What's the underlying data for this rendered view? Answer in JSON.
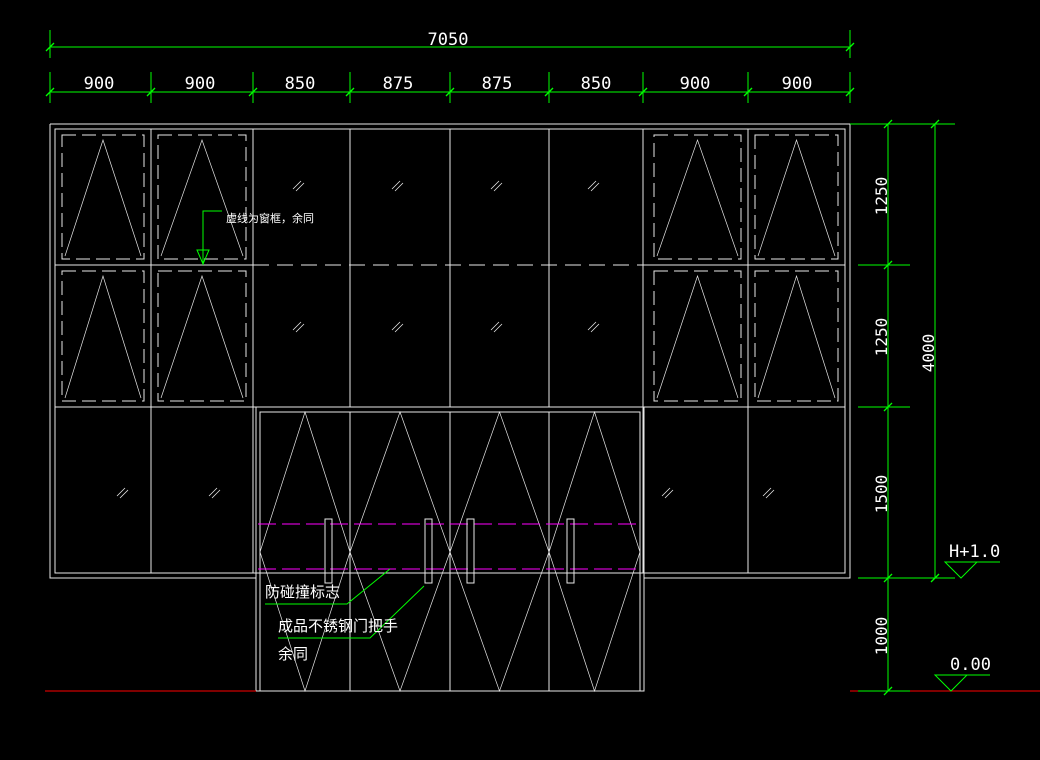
{
  "drawing": {
    "total_width": "7050",
    "column_widths": [
      "900",
      "900",
      "850",
      "875",
      "875",
      "850",
      "900",
      "900"
    ],
    "row_heights": [
      "1250",
      "1250",
      "1500",
      "1000"
    ],
    "total_height": "4000",
    "level_upper": "H+1.0",
    "level_ground": "0.00",
    "note_dashed_sash": "虚线为窗框，余同",
    "note_anti_collision": "防碰撞标志",
    "note_handle_line1": "成品不锈钢门把手",
    "note_handle_line2": "余同"
  },
  "colors": {
    "background": "#000000",
    "frame": "#e8e8e8",
    "dimension": "#00ff00",
    "magenta": "#ff00ff",
    "ground": "#ff0000",
    "text": "#ffffff"
  }
}
